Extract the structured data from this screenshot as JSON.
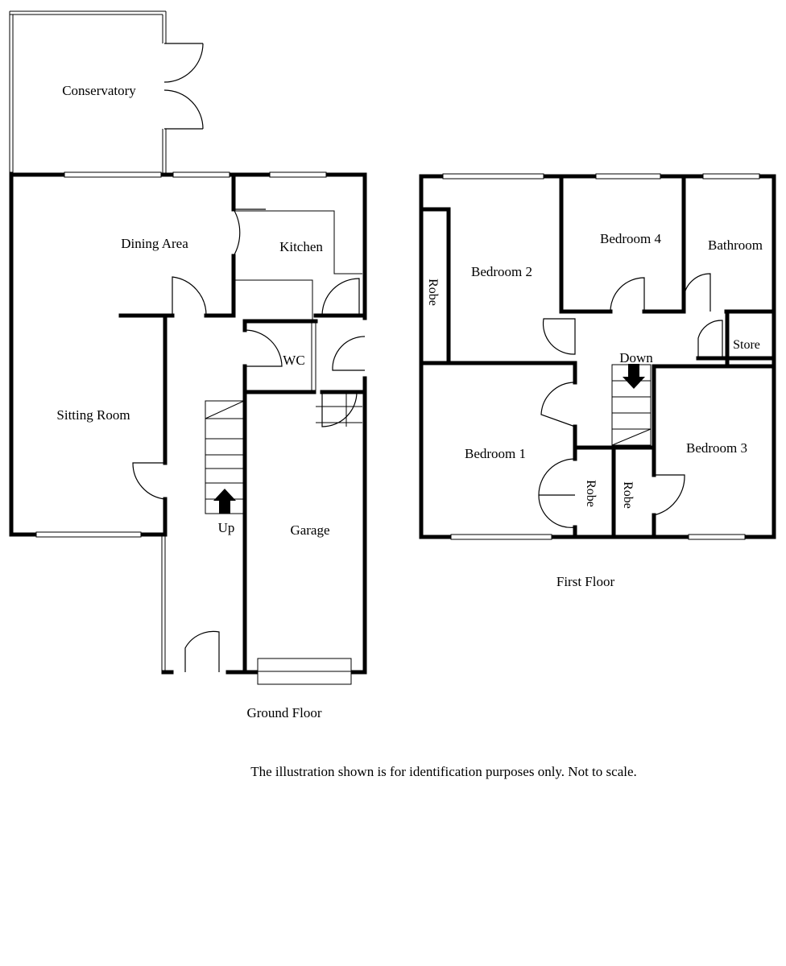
{
  "ground_floor": {
    "caption": "Ground Floor",
    "rooms": {
      "conservatory": "Conservatory",
      "dining_area": "Dining Area",
      "kitchen": "Kitchen",
      "wc": "WC",
      "sitting_room": "Sitting Room",
      "garage": "Garage"
    },
    "stairs_label": "Up"
  },
  "first_floor": {
    "caption": "First Floor",
    "rooms": {
      "bedroom_1": "Bedroom 1",
      "bedroom_2": "Bedroom 2",
      "bedroom_3": "Bedroom 3",
      "bedroom_4": "Bedroom 4",
      "bathroom": "Bathroom",
      "store": "Store",
      "robe_bedroom_2": "Robe",
      "robe_bedroom_1": "Robe",
      "robe_bedroom_3": "Robe"
    },
    "stairs_label": "Down"
  },
  "disclaimer": "The illustration shown is for identification purposes only. Not to scale."
}
